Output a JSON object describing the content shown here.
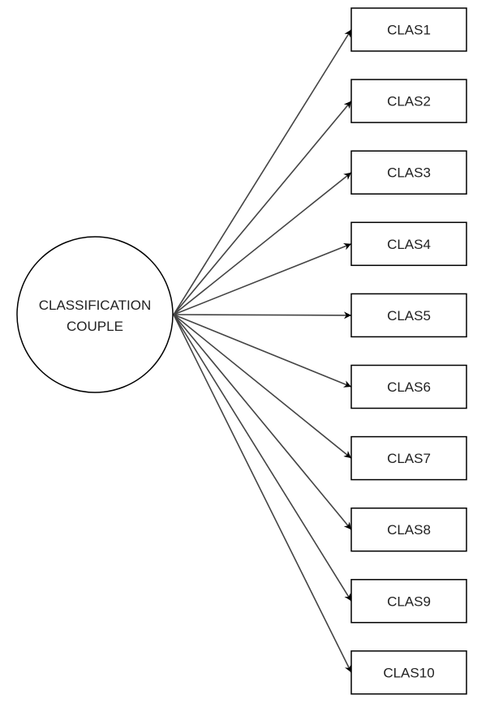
{
  "diagram": {
    "type": "fan-out",
    "source": {
      "id": "src",
      "label_lines": [
        "CLASSIFICATION",
        "COUPLE"
      ],
      "shape": "circle"
    },
    "targets": [
      {
        "id": "c1",
        "label": "CLAS1"
      },
      {
        "id": "c2",
        "label": "CLAS2"
      },
      {
        "id": "c3",
        "label": "CLAS3"
      },
      {
        "id": "c4",
        "label": "CLAS4"
      },
      {
        "id": "c5",
        "label": "CLAS5"
      },
      {
        "id": "c6",
        "label": "CLAS6"
      },
      {
        "id": "c7",
        "label": "CLAS7"
      },
      {
        "id": "c8",
        "label": "CLAS8"
      },
      {
        "id": "c9",
        "label": "CLAS9"
      },
      {
        "id": "c10",
        "label": "CLAS10"
      }
    ],
    "edges_from": "src",
    "colors": {
      "stroke": "#000000",
      "edge": "#444444",
      "text": "#222222",
      "fill": "#ffffff"
    }
  }
}
